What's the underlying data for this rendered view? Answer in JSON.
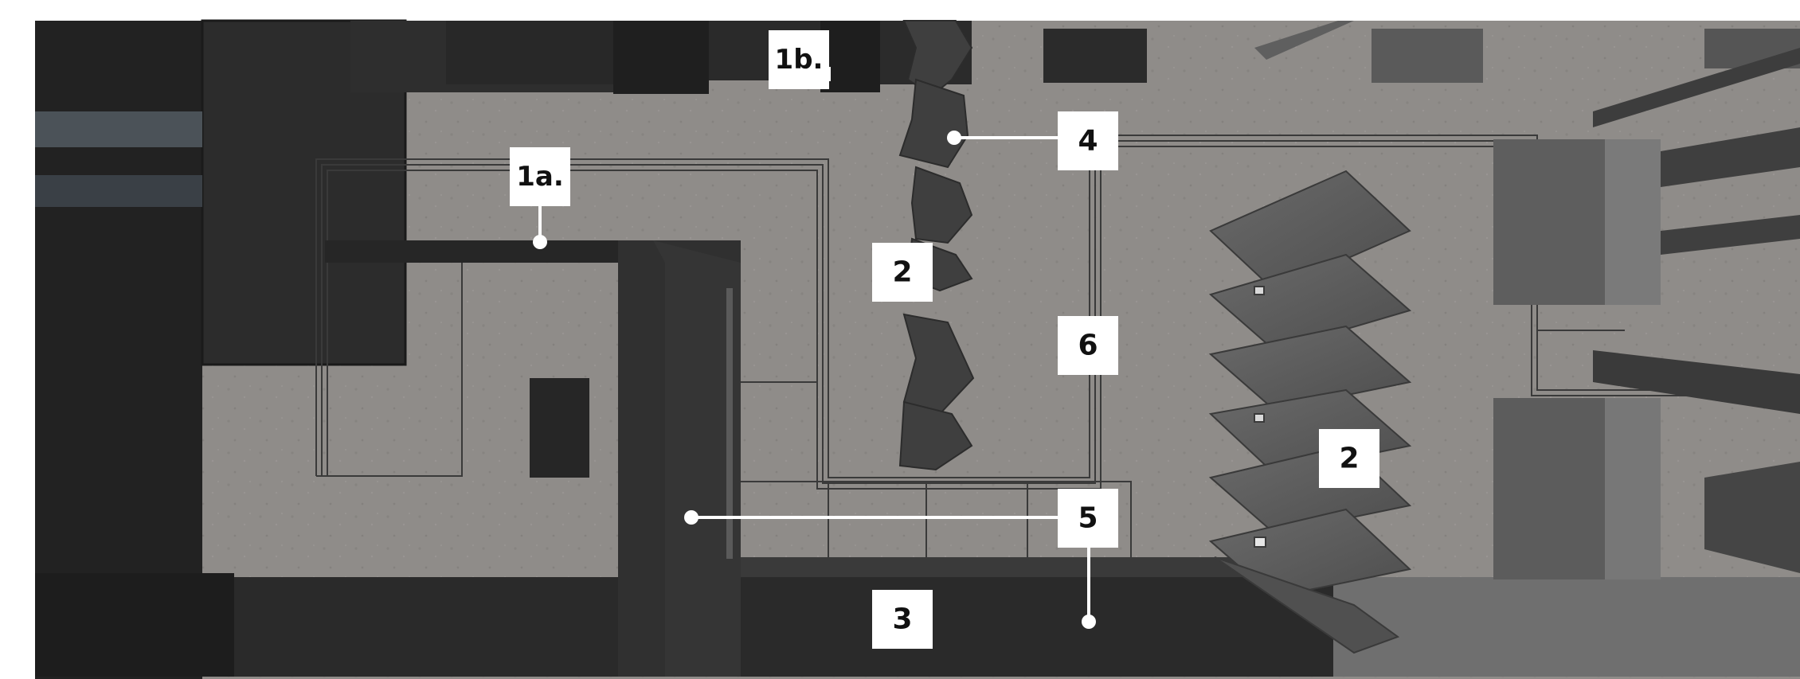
{
  "figure": {
    "kind": "top-down exhibition floor plan render",
    "colors": {
      "floor": "#8f8c89",
      "wall_dark": "#2b2b2b",
      "wall_darker": "#1f1f1f",
      "display_grey": "#5a5a5a",
      "label_bg": "#ffffff",
      "label_text": "#111111",
      "leader": "#ffffff"
    }
  },
  "labels": [
    {
      "id": "1a",
      "text": "1a."
    },
    {
      "id": "1b",
      "text": "1b."
    },
    {
      "id": "2-upper",
      "text": "2"
    },
    {
      "id": "2-right",
      "text": "2"
    },
    {
      "id": "3",
      "text": "3"
    },
    {
      "id": "4",
      "text": "4"
    },
    {
      "id": "5",
      "text": "5"
    },
    {
      "id": "6",
      "text": "6"
    }
  ]
}
